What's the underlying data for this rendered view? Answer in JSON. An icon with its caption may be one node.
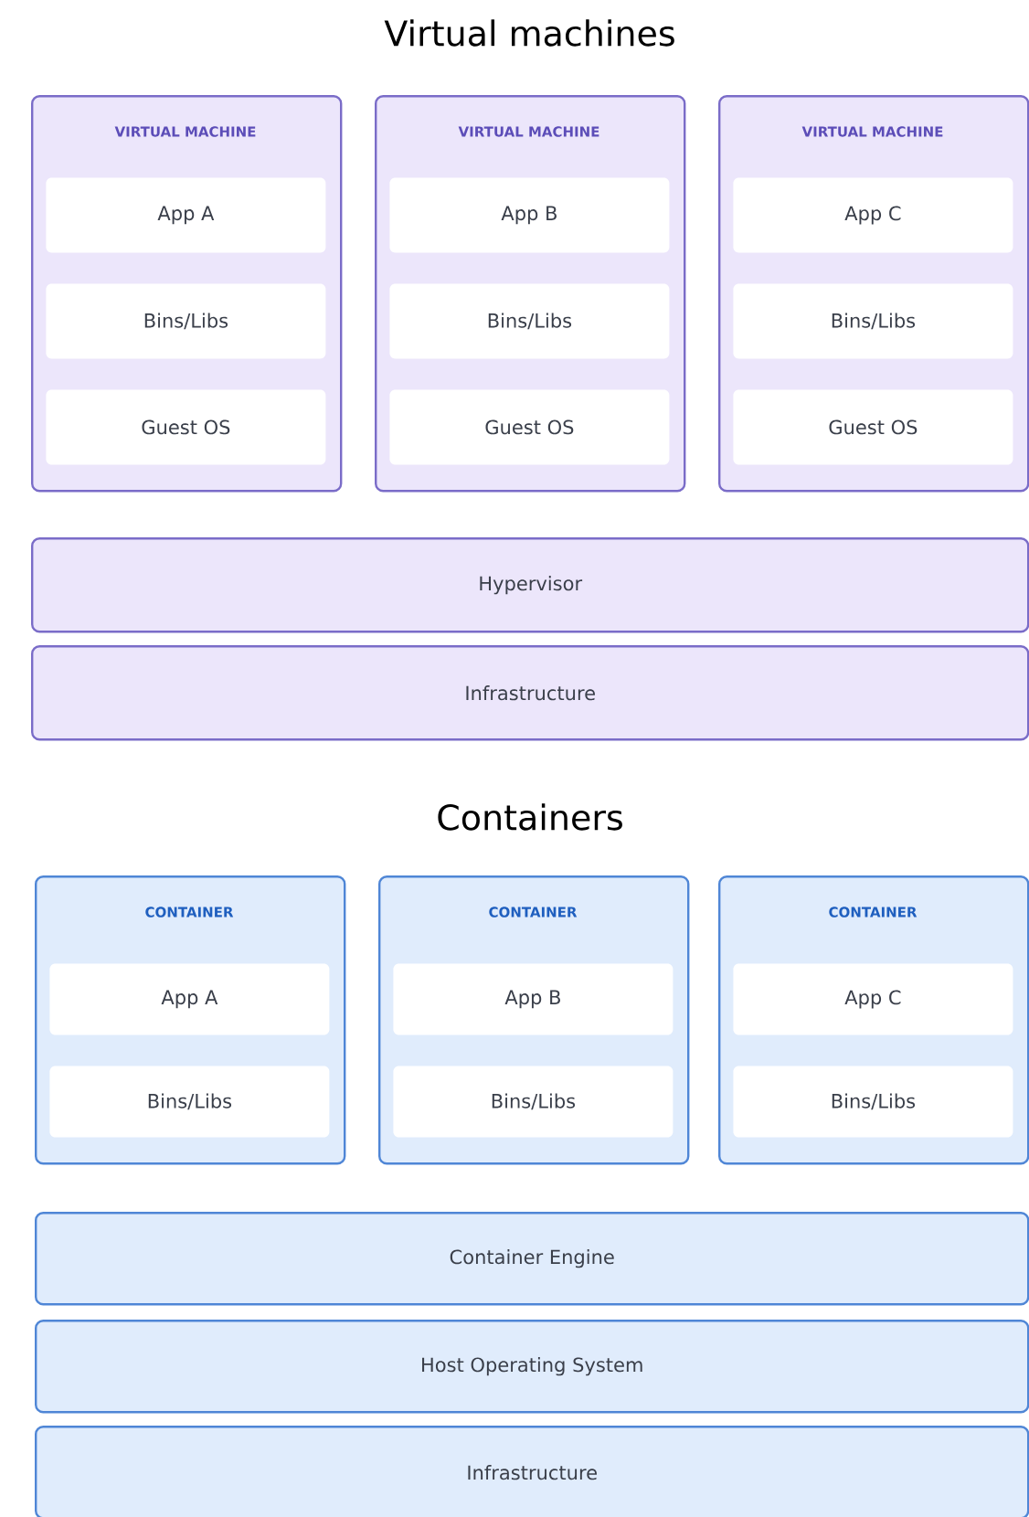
{
  "diagram": {
    "nodes": [
      {
        "text": [
          "VIRTUAL MACHINE"
        ]
      },
      {
        "text": [
          "App A"
        ],
        "in": 0
      },
      {
        "text": [
          "Bins/Libs"
        ],
        "in": 0
      },
      {
        "text": [
          "Guest OS"
        ],
        "in": 0
      },
      {
        "text": [
          "VIRTUAL MACHINE"
        ]
      },
      {
        "text": [
          "App B"
        ],
        "in": 4
      },
      {
        "text": [
          "Bins/Libs"
        ],
        "in": 4
      },
      {
        "text": [
          "Guest OS"
        ],
        "in": 4
      },
      {
        "text": [
          "VIRTUAL MACHINE"
        ]
      },
      {
        "text": [
          "App C"
        ],
        "in": 8
      },
      {
        "text": [
          "Bins/Libs"
        ],
        "in": 8
      },
      {
        "text": [
          "Guest OS"
        ],
        "in": 8
      },
      {
        "text": [
          "Hypervisor"
        ]
      },
      {
        "text": [
          "Infrastructure"
        ]
      },
      {
        "text": [
          "CONTAINER"
        ]
      },
      {
        "text": [
          "App A"
        ],
        "in": 14
      },
      {
        "text": [
          "Bins/Libs"
        ],
        "in": 14
      },
      {
        "text": [
          "CONTAINER"
        ]
      },
      {
        "text": [
          "App B"
        ],
        "in": 17
      },
      {
        "text": [
          "Bins/Libs"
        ],
        "in": 17
      },
      {
        "text": [
          "CONTAINER"
        ]
      },
      {
        "text": [
          "App C"
        ],
        "in": 20
      },
      {
        "text": [
          "Bins/Libs"
        ],
        "in": 20
      },
      {
        "text": [
          "Container Engine"
        ]
      },
      {
        "text": [
          "Host Operating System"
        ]
      },
      {
        "text": [
          "Infrastructure"
        ]
      }
    ],
    "labels": [
      "Virtual machines",
      "Containers"
    ]
  }
}
